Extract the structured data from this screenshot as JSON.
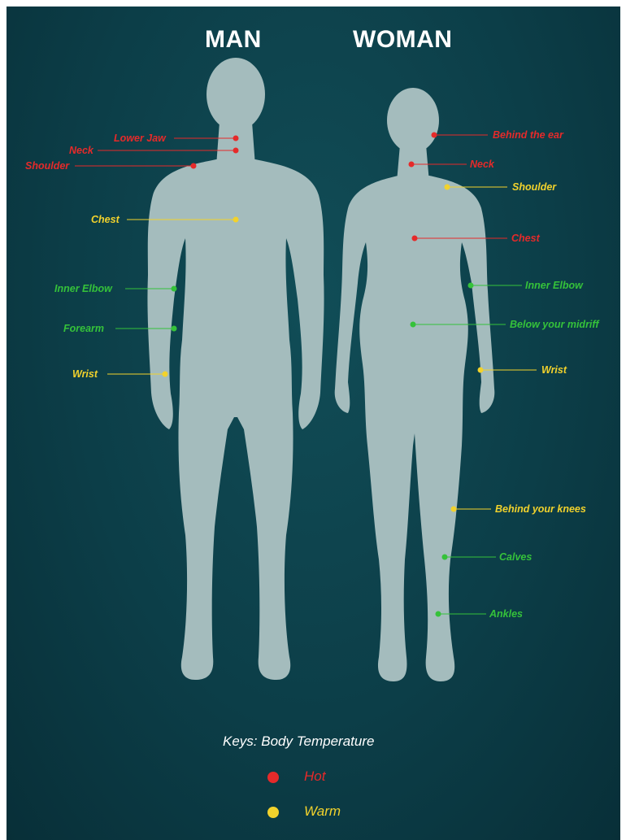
{
  "titles": {
    "man": "MAN",
    "woman": "WOMAN"
  },
  "colors": {
    "hot": "#e52a2a",
    "warm": "#f2d22c",
    "cool": "#35c23a",
    "figure": "#a4bcbd",
    "background": "#0c3e48"
  },
  "man_labels": [
    {
      "text": "Lower Jaw",
      "temp": "hot"
    },
    {
      "text": "Neck",
      "temp": "hot"
    },
    {
      "text": "Shoulder",
      "temp": "hot"
    },
    {
      "text": "Chest",
      "temp": "warm"
    },
    {
      "text": "Inner Elbow",
      "temp": "cool"
    },
    {
      "text": "Forearm",
      "temp": "cool"
    },
    {
      "text": "Wrist",
      "temp": "warm"
    }
  ],
  "woman_labels": [
    {
      "text": "Behind the ear",
      "temp": "hot"
    },
    {
      "text": "Neck",
      "temp": "hot"
    },
    {
      "text": "Shoulder",
      "temp": "warm"
    },
    {
      "text": "Chest",
      "temp": "hot"
    },
    {
      "text": "Inner Elbow",
      "temp": "cool"
    },
    {
      "text": "Below your midriff",
      "temp": "cool"
    },
    {
      "text": "Wrist",
      "temp": "warm"
    },
    {
      "text": "Behind your knees",
      "temp": "warm"
    },
    {
      "text": "Calves",
      "temp": "cool"
    },
    {
      "text": "Ankles",
      "temp": "cool"
    }
  ],
  "key": {
    "title": "Keys: Body Temperature",
    "items": [
      {
        "label": "Hot",
        "temp": "hot"
      },
      {
        "label": "Warm",
        "temp": "warm"
      }
    ]
  }
}
